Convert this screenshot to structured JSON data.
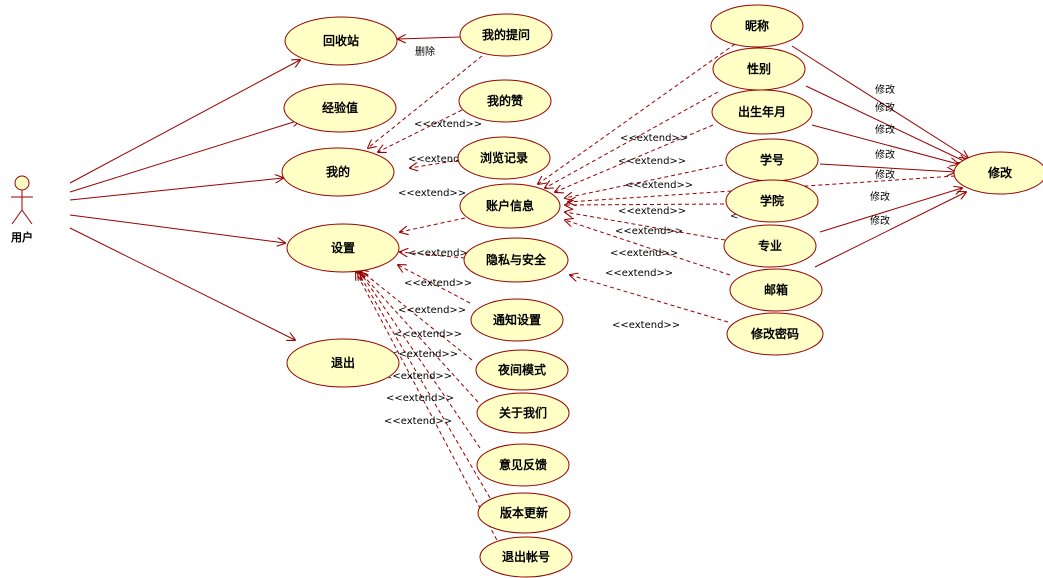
{
  "colors": {
    "line": "#990000",
    "fill": "#ffffc6",
    "text": "#000000",
    "background": "#ffffff"
  },
  "actor": {
    "name": "用户"
  },
  "stereotype": "<<extend>>",
  "labels": {
    "delete": "删除",
    "modify": "修改"
  },
  "use_cases": {
    "recycle": "回收站",
    "experience": "经验值",
    "mine": "我的",
    "settings": "设置",
    "logout": "退出",
    "my_questions": "我的提问",
    "my_likes": "我的赞",
    "history": "浏览记录",
    "account_info": "账户信息",
    "privacy": "隐私与安全",
    "notify": "通知设置",
    "night_mode": "夜间模式",
    "about": "关于我们",
    "feedback": "意见反馈",
    "update": "版本更新",
    "logout_account": "退出帐号",
    "nickname": "昵称",
    "gender": "性别",
    "birth": "出生年月",
    "student_id": "学号",
    "college": "学院",
    "major": "专业",
    "email": "邮箱",
    "change_password": "修改密码",
    "modify": "修改"
  }
}
